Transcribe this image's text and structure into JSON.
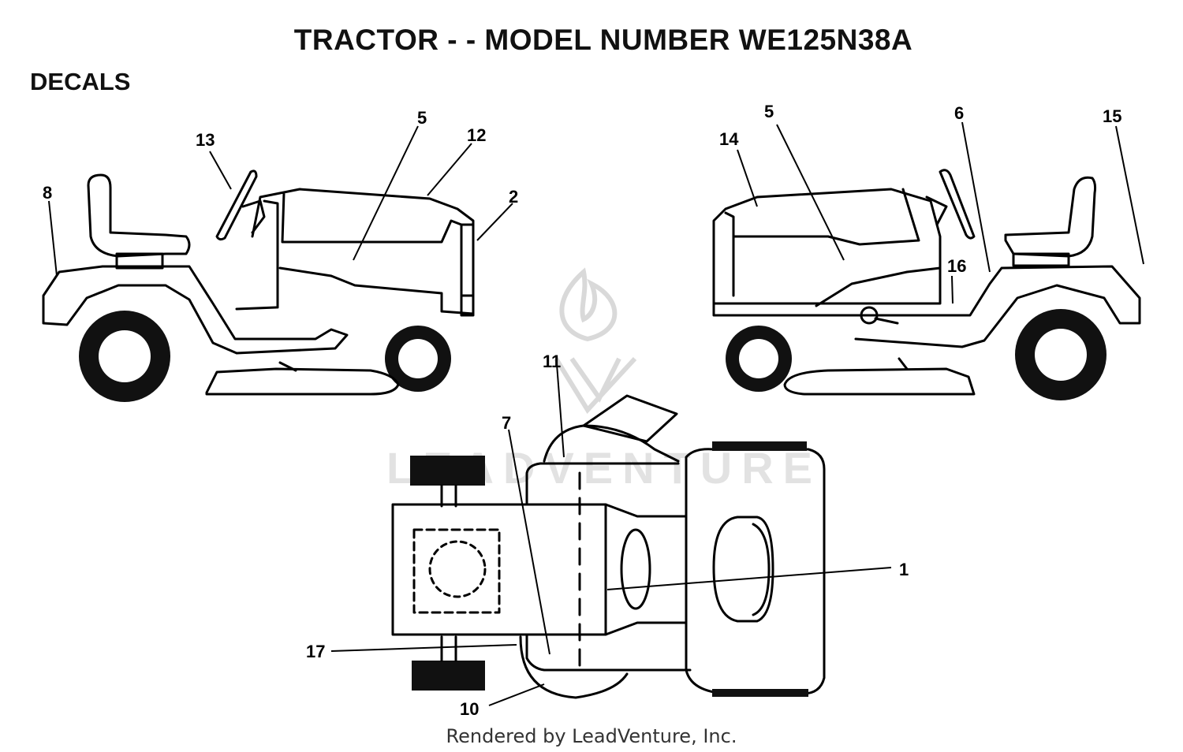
{
  "header": {
    "title": "TRACTOR - - MODEL NUMBER WE125N38A",
    "section": "DECALS"
  },
  "watermark": {
    "text": "LEADVENTURE"
  },
  "callouts": [
    "1",
    "2",
    "5",
    "5",
    "6",
    "7",
    "8",
    "10",
    "11",
    "12",
    "13",
    "14",
    "15",
    "16",
    "17"
  ],
  "footer": {
    "credit": "Rendered by LeadVenture, Inc."
  }
}
